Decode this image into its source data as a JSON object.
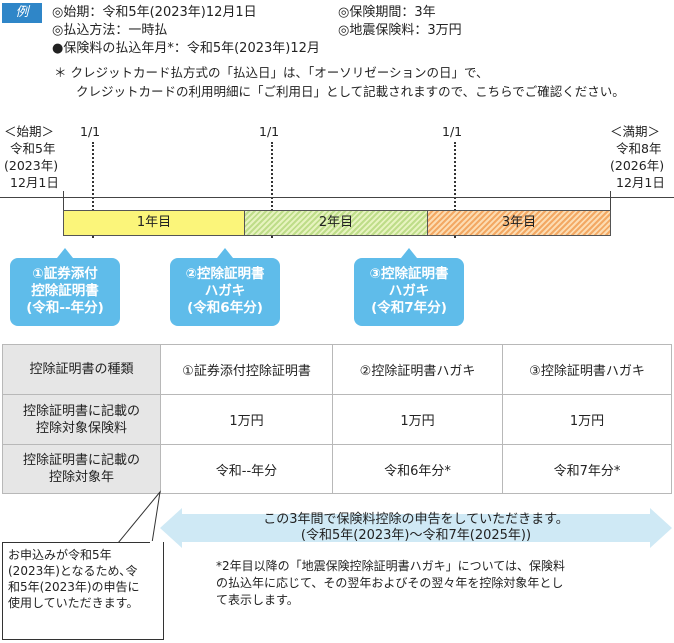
{
  "example_badge": "例",
  "header": {
    "start": "◎始期：令和5年(2023年)12月1日",
    "period": "◎保険期間：3年",
    "payment_method": "◎払込方法：一時払",
    "earthquake_premium": "◎地震保険料：3万円",
    "payment_year": "●保険料の払込年月*：令和5年(2023年)12月"
  },
  "note": {
    "line1": "＊ クレジットカード払方式の「払込日」は、「オーソリゼーションの日」で、",
    "line2": "クレジットカードの利用明細に「ご利用日」として記載されますので、こちらでご確認ください。"
  },
  "timeline": {
    "start_title": "＜始期＞",
    "start_era": "令和5年",
    "start_year": "(2023年)",
    "start_date": "12月1日",
    "end_title": "＜満期＞",
    "end_era": "令和8年",
    "end_year": "(2026年)",
    "end_date": "12月1日",
    "jan_marks": [
      "1/1",
      "1/1",
      "1/1"
    ],
    "bars": [
      "1年目",
      "2年目",
      "3年目"
    ]
  },
  "callouts": [
    {
      "line1": "①証券添付",
      "line2": "控除証明書",
      "line3": "(令和--年分)"
    },
    {
      "line1": "②控除証明書",
      "line2": "ハガキ",
      "line3": "(令和6年分)"
    },
    {
      "line1": "③控除証明書",
      "line2": "ハガキ",
      "line3": "(令和7年分)"
    }
  ],
  "table": {
    "header_label": "控除証明書の種類",
    "columns": [
      "①証券添付控除証明書",
      "②控除証明書ハガキ",
      "③控除証明書ハガキ"
    ],
    "rows": [
      {
        "label_line1": "控除証明書に記載の",
        "label_line2": "控除対象保険料",
        "values": [
          "1万円",
          "1万円",
          "1万円"
        ]
      },
      {
        "label_line1": "控除証明書に記載の",
        "label_line2": "控除対象年",
        "values": [
          "令和--年分",
          "令和6年分*",
          "令和7年分*"
        ]
      }
    ]
  },
  "arrow_banner": {
    "line1": "この3年間で保険料控除の申告をしていただきます。",
    "line2": "(令和5年(2023年)〜令和7年(2025年))"
  },
  "speech_bubble": {
    "line1": "お申込みが令和5年",
    "line2": "(2023年)となるため､令",
    "line3": "和5年(2023年)の申告に",
    "line4": "使用していただきます。"
  },
  "footnote": {
    "line1": "*2年目以降の「地震保険控除証明書ハガキ」については、保険料",
    "line2": "の払込年に応じて、その翌年およびその翌々年を控除対象年とし",
    "line3": "て表示します。"
  },
  "colors": {
    "badge": "#2f86c8",
    "callout": "#5fbcea",
    "year1": "#fbf57a",
    "year2": "#bedd89",
    "year3": "#f3a863",
    "arrow": "#cfe9f5",
    "table_header": "#e6e6e6"
  }
}
